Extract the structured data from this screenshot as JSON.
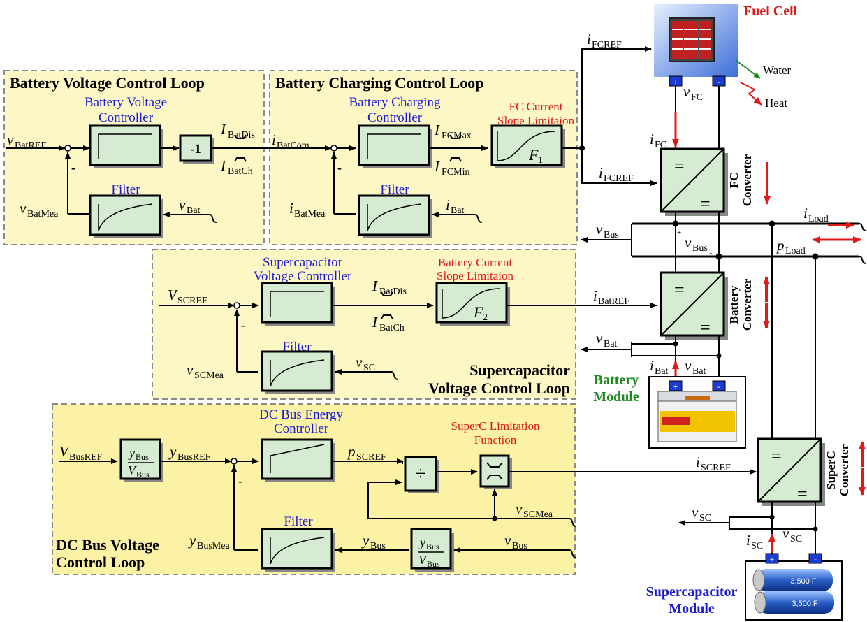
{
  "colors": {
    "loop_fill": "#fdf6c5",
    "block_fill": "#d6ecd2",
    "controller_label": "#1a1ad0",
    "limitation_label": "#e01818",
    "battery_module_label": "#1f8a1f",
    "supercap_module_label": "#1a1ad0",
    "fuel_cell_label": "#e01818",
    "arrow_red": "#e01818"
  },
  "loops": {
    "battery_voltage": "Battery Voltage Control Loop",
    "battery_charging": "Battery Charging Control Loop",
    "supercap_voltage_line1": "Supercapacitor",
    "supercap_voltage_line2": "Voltage Control Loop",
    "dc_bus_line1": "DC Bus Voltage",
    "dc_bus_line2": "Control Loop"
  },
  "blocks": {
    "bat_volt_ctrl_1": "Battery Voltage",
    "bat_volt_ctrl_2": "Controller",
    "neg_one": "-1",
    "filter": "Filter",
    "bat_chg_ctrl_1": "Battery Charging",
    "bat_chg_ctrl_2": "Controller",
    "fc_slope_1": "FC Current",
    "fc_slope_2": "Slope Limitaion",
    "f1": "F",
    "f1_sub": "1",
    "sc_volt_ctrl_1": "Supercapacitor",
    "sc_volt_ctrl_2": "Voltage Controller",
    "bat_slope_1": "Battery Current",
    "bat_slope_2": "Slope Limitaion",
    "f2": "F",
    "f2_sub": "2",
    "dc_energy_1": "DC Bus Energy",
    "dc_energy_2": "Controller",
    "superc_lim_1": "SuperC Limitation",
    "superc_lim_2": "Function",
    "divide": "÷",
    "conv_eq": "="
  },
  "components": {
    "fuel_cell": "Fuel Cell",
    "water": "Water",
    "heat": "Heat",
    "fc_conv_1": "FC",
    "fc_conv_2": "Converter",
    "bat_conv_1": "Battery",
    "bat_conv_2": "Converter",
    "sc_conv_1": "SuperC",
    "sc_conv_2": "Converter",
    "battery_module_1": "Battery",
    "battery_module_2": "Module",
    "supercap_module_1": "Supercapacitor",
    "supercap_module_2": "Module",
    "supercap_cell_label": "3,500 F",
    "plus": "+",
    "minus": "-"
  },
  "signals": {
    "v": "v",
    "i": "i",
    "p": "p",
    "y": "y",
    "V": "V",
    "I": "I",
    "BatREF": "BatREF",
    "BatMea": "BatMea",
    "Bat": "Bat",
    "BatDis": "BatDis",
    "BatCh": "BatCh",
    "BatCom": "BatCom",
    "FCMax": "FCMax",
    "FCMin": "FCMin",
    "FCREF": "FCREF",
    "FC": "FC",
    "Bus": "Bus",
    "Load": "Load",
    "BatREF_i": "BatREF",
    "SCREF": "SCREF",
    "SCMea": "SCMea",
    "SC": "SC",
    "BusREF": "BusREF",
    "BusMea": "BusMea",
    "minus": "-"
  }
}
